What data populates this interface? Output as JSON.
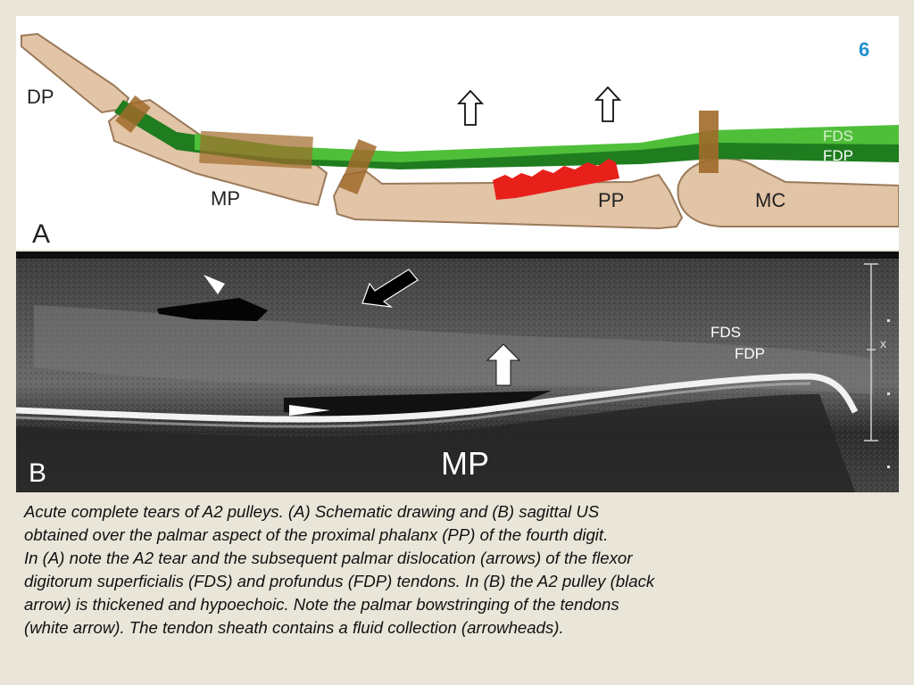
{
  "panel_a": {
    "letter": "A",
    "figure_number": "6",
    "labels": {
      "dp": "DP",
      "mp": "MP",
      "pp": "PP",
      "mc": "MC",
      "fds": "FDS",
      "fdp": "FDP"
    },
    "colors": {
      "bone": "#e2c4a6",
      "tendon_light": "#4fbf3a",
      "tendon_dark": "#1f7d1f",
      "pulley": "#a06a2a",
      "tear": "#e8201a",
      "number": "#1f8fd0"
    }
  },
  "panel_b": {
    "letter": "B",
    "labels": {
      "fds": "FDS",
      "fdp": "FDP",
      "mp": "MP"
    },
    "scale_mark": "x"
  },
  "caption": {
    "text": "Acute complete tears of A2 pulleys. (A) Schematic drawing and (B) sagittal US\nobtained over the palmar aspect of the proximal phalanx (PP) of the fourth digit.\nIn (A) note the A2 tear and the subsequent palmar dislocation (arrows) of the flexor\ndigitorum superficialis (FDS) and profundus (FDP) tendons. In (B) the A2 pulley (black\narrow) is thickened and hypoechoic. Note the palmar bowstringing of the tendons\n(white arrow). The tendon sheath contains a fluid collection (arrowheads)."
  }
}
